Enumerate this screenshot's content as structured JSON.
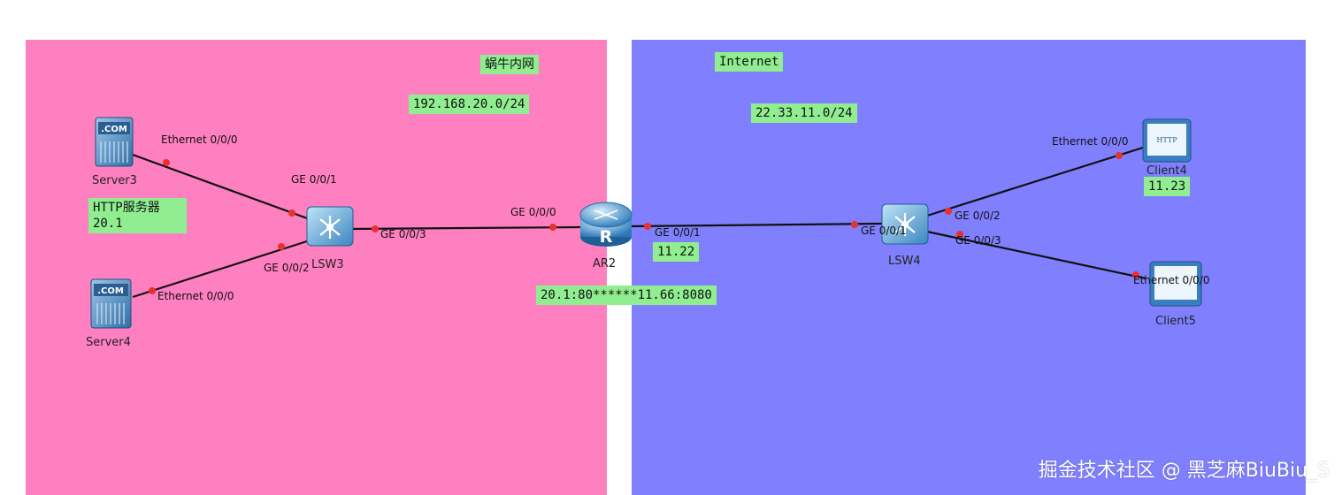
{
  "zones": {
    "intranet": {
      "color": "#ff80c0"
    },
    "internet": {
      "color": "#8080ff"
    }
  },
  "tags": {
    "intranet_name": "蜗牛内网",
    "intranet_subnet": "192.168.20.0/24",
    "internet_name": "Internet",
    "internet_subnet": "22.33.11.0/24",
    "http_server": "HTTP服务器\n20.1",
    "ar2_out_ip": "11.22",
    "client4_ip": "11.23",
    "nat_map": "20.1:80******11.66:8080"
  },
  "devices": {
    "server3": "Server3",
    "server4": "Server4",
    "lsw3": "LSW3",
    "ar2": "AR2",
    "lsw4": "LSW4",
    "client4": "Client4",
    "client5": "Client5"
  },
  "ports": {
    "server3_eth": "Ethernet 0/0/0",
    "lsw3_g1": "GE 0/0/1",
    "lsw3_g2": "GE 0/0/2",
    "lsw3_g3": "GE 0/0/3",
    "server4_eth": "Ethernet 0/0/0",
    "ar2_g0": "GE 0/0/0",
    "ar2_g1": "GE 0/0/1",
    "lsw4_g1": "GE 0/0/1",
    "lsw4_g2": "GE 0/0/2",
    "lsw4_g3": "GE 0/0/3",
    "client4_eth": "Ethernet 0/0/0",
    "client5_eth": "Ethernet 0/0/0"
  },
  "icons": {
    "server_badge": ".COM",
    "router_badge": "R",
    "client4_badge": "HTTP"
  },
  "colors": {
    "link": "#111111",
    "port_dot": "#e83030",
    "tag_bg": "#90ee90"
  },
  "watermark": "掘金技术社区 @ 黑芝麻BiuBiu_S"
}
